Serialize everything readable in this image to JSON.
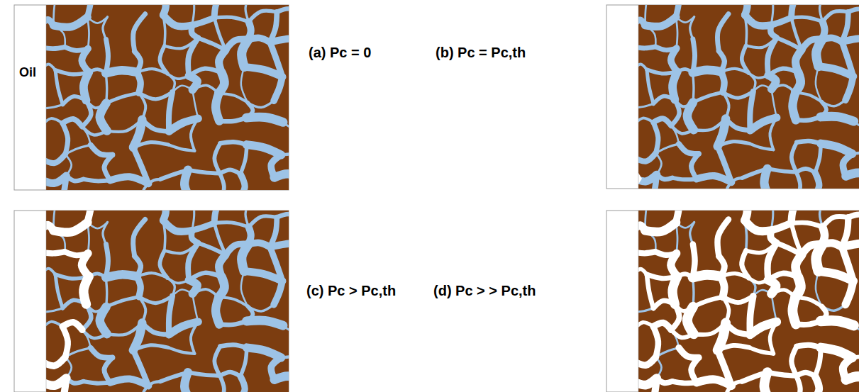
{
  "diagram": {
    "labels": [
      "Oil",
      "(a) Pc = 0",
      "(b) Pc = Pc,th",
      "(c) Pc > Pc,th",
      "(d) Pc > > Pc,th"
    ]
  }
}
